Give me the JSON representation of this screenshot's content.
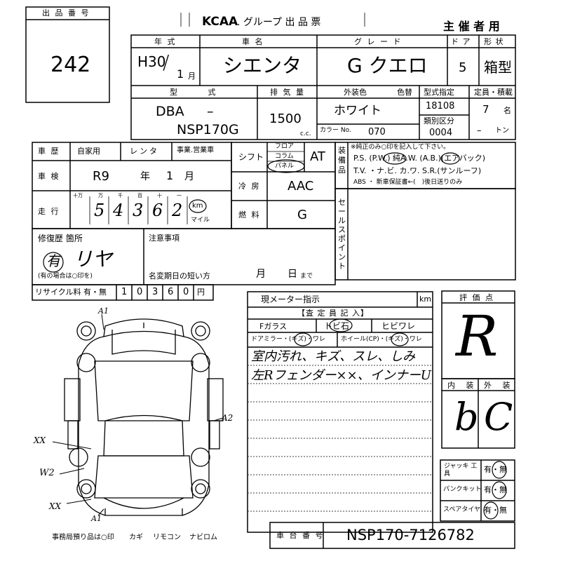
{
  "lot": {
    "label": "出 品 番 号",
    "number": "242"
  },
  "header": {
    "logo": "KCAA",
    "title": ". グループ 出 品 票",
    "copy_type": "主 催 者 用"
  },
  "basic": {
    "year_label": "年 式",
    "year": "H30",
    "year_slash": "/",
    "month": "1",
    "month_unit": "月",
    "name_label": "車 名",
    "name": "シエンタ",
    "grade_label": "グ レ ー ド",
    "grade": "G クエロ",
    "doors_label": "ド ア",
    "doors": "5",
    "body_label": "形 状",
    "body": "箱型"
  },
  "spec": {
    "model_label": "型 式",
    "model_prefix": "DBA",
    "model_dash": "–",
    "model_code": "NSP170G",
    "displacement_label": "排 気 量",
    "displacement": "1500",
    "displacement_unit": "c.c.",
    "ext_color_label": "外装色",
    "ext_color": "ホワイト",
    "color_label": "色替",
    "color_no_label": "カラー No.",
    "color_no": "070",
    "type_designation_label": "型式指定",
    "type_designation": "18108",
    "class_label": "類別区分",
    "class_code": "0004",
    "capacity_label": "定員・積載",
    "capacity": "7",
    "capacity_unit": "名",
    "load": "–",
    "load_unit": "トン"
  },
  "history": {
    "label": "車 歴",
    "opt_private": "自家用",
    "opt_rental": "レンタ",
    "opt_business": "事業.営業車",
    "inspection_label": "車 検",
    "inspection_era": "R9",
    "inspection_year_unit": "年",
    "inspection_month": "1",
    "inspection_month_unit": "月",
    "mileage_label": "走 行",
    "digit_units": [
      "十万",
      "万",
      "千",
      "百",
      "十",
      "一"
    ],
    "mileage_digits": [
      "",
      "5",
      "4",
      "3",
      "6",
      "2"
    ],
    "km_label": "km",
    "mile_label": "マイル"
  },
  "shift": {
    "label": "シフト",
    "floor": "フロア",
    "column": "コラム",
    "panel": "パネル",
    "value": "AT"
  },
  "aircon": {
    "label": "冷 房",
    "value": "AAC"
  },
  "fuel": {
    "label": "燃 料",
    "value": "G"
  },
  "equipment": {
    "label": "装備品",
    "note": "※純正のみ○印を記入して下さい。",
    "line1": "P.S. (P.W.) 純A.W. (A.B.)(エアバック)",
    "line2": "T.V. ・ナ.ビ. カ.ワ. S.R.(サンルーフ)",
    "line3": "ABS ・ 新車保証書←(　)後日送りのみ"
  },
  "sale_points_label": "セールスポイント",
  "repair": {
    "label": "修復歴 箇所",
    "note": "(有の場合は○印を)",
    "value": "有",
    "location": "リヤ"
  },
  "notes": {
    "label": "注意事項",
    "rename_label": "名変期日の短い方",
    "month_unit": "月",
    "day_unit": "日",
    "until": "まで"
  },
  "recycle": {
    "label": "リサイクル料 有・無",
    "digits": [
      "1",
      "0",
      "3",
      "6",
      "0"
    ],
    "unit": "円"
  },
  "meter": {
    "label": "現メーター指示",
    "unit": "km"
  },
  "inspector": {
    "header": "【査 定 員 記 入】",
    "glass_label": "Fガラス",
    "chip": "トビ石",
    "crack": "ヒビワレ",
    "mirror_label": "ドアミラー・(キズ)・ワレ",
    "wheel_label": "ホイール(CP)・(キズ)・ワレ",
    "comment1": "室内汚れ、キズ、スレ、しみ",
    "comment2": "左Rフェンダー××、インナーU"
  },
  "rating": {
    "label": "評 価 点",
    "score": "R",
    "interior_label": "内 装",
    "exterior_label": "外 装",
    "interior": "b",
    "exterior": "C"
  },
  "tools": {
    "jack_label": "ジャッキ 工 具",
    "puncture_label": "パンクキット",
    "spare_label": "スペアタイヤ",
    "yes_no": "有・無"
  },
  "diagram_marks": {
    "front": "A1",
    "right": "A2",
    "left1": "XX",
    "left2": "W2",
    "left3": "XX",
    "rear": "A1"
  },
  "chassis": {
    "label": "車 台 番 号",
    "number": "NSP170-7126782"
  },
  "footer": {
    "office_note": "事務局預り品は○印",
    "key": "カギ",
    "remote": "リモコン",
    "navi": "ナビロム"
  }
}
